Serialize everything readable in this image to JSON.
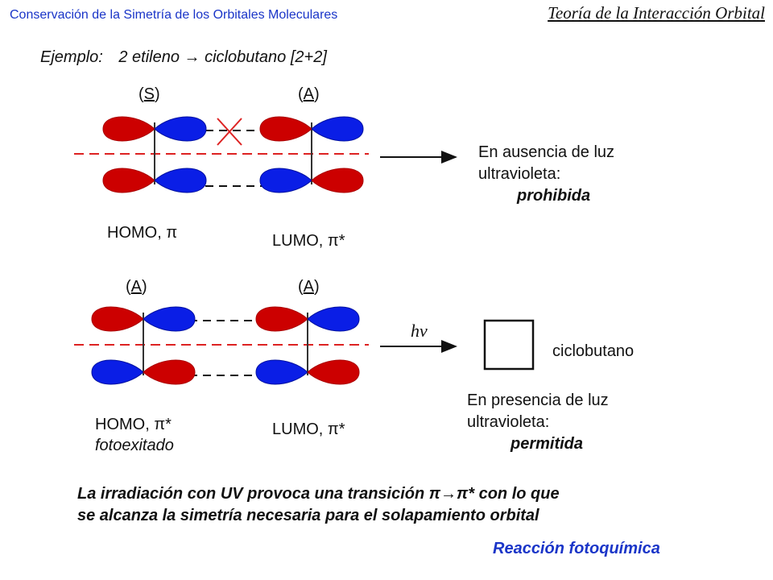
{
  "header": {
    "title_left": "Conservación de la Simetría de los Orbitales Moleculares",
    "title_right": "Teoría de la Interacción Orbital"
  },
  "example": {
    "label": "Ejemplo:",
    "reaction": "2 etileno → ciclobutano [2+2]"
  },
  "thermal": {
    "sym_left": "S",
    "sym_right": "A",
    "homo_label": "HOMO, π",
    "lumo_label": "LUMO, π*",
    "note_line1": "En ausencia de luz",
    "note_line2": "ultravioleta:",
    "verdict": "prohibida"
  },
  "photochemical": {
    "sym_left": "A",
    "sym_right": "A",
    "homo_label_line1": "HOMO, π*",
    "homo_label_line2": "fotoexitado",
    "lumo_label": "LUMO, π*",
    "arrow_label": "hν",
    "product_label": "ciclobutano",
    "note_line1": "En presencia de luz",
    "note_line2": "ultravioleta:",
    "verdict": "permitida"
  },
  "summary": {
    "line1": "La irradiación con UV provoca una transición  π→π* con lo que",
    "line2": "se alcanza la simetría necesaria para el solapamiento orbital"
  },
  "footer": {
    "reaction_type": "Reacción fotoquímica"
  },
  "colors": {
    "lobe_red": "#cc0000",
    "lobe_blue": "#0a1ee6",
    "mirror_plane": "#dd2222",
    "cross": "#dd2222",
    "header_blue": "#1a35c8"
  }
}
